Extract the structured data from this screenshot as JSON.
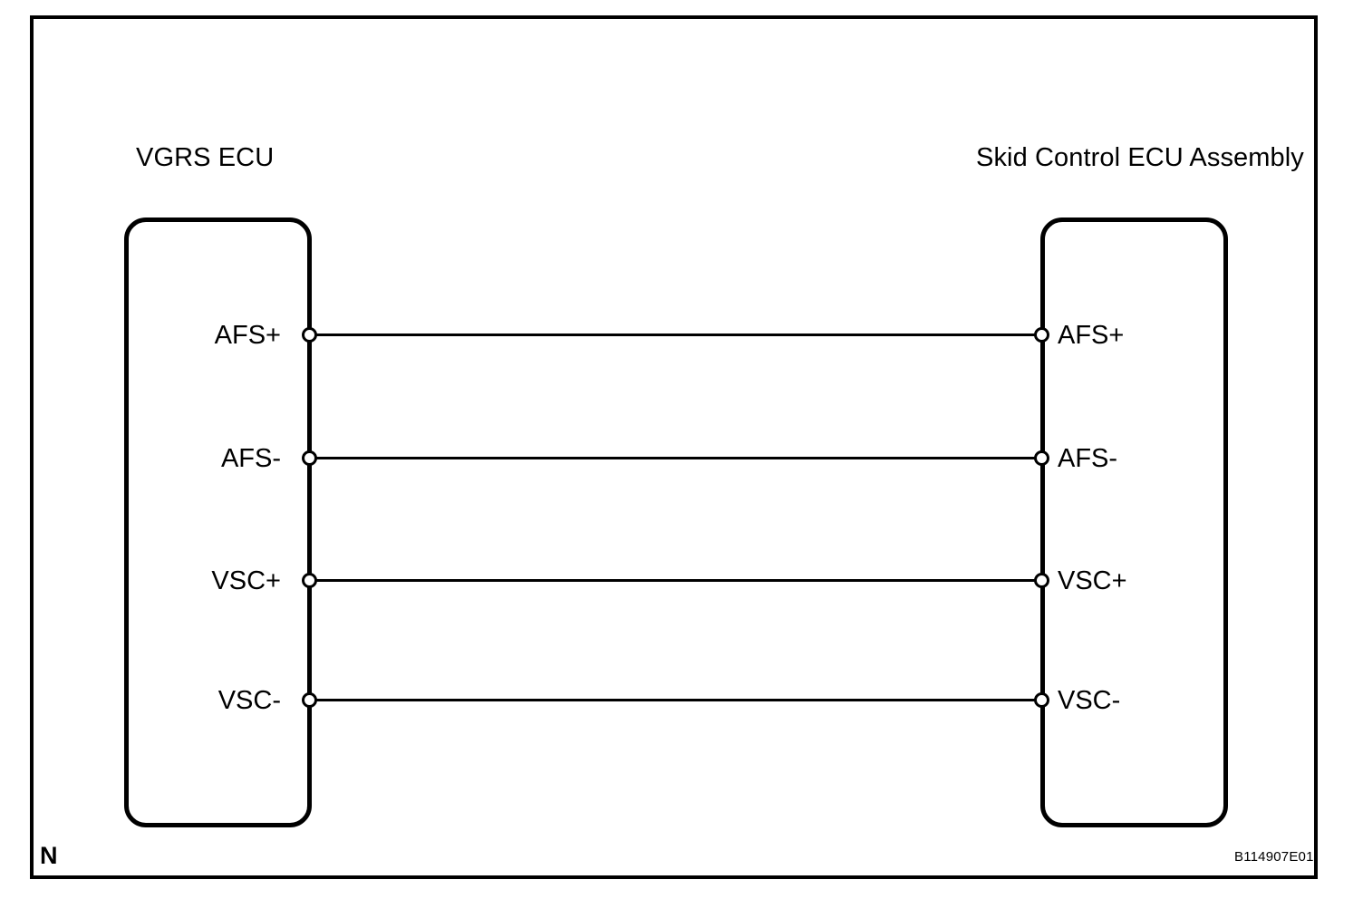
{
  "diagram": {
    "type": "wiring-diagram",
    "code": "B114907E01",
    "revision_marker": "N",
    "left_unit": {
      "title": "VGRS ECU",
      "pins": [
        "AFS+",
        "AFS-",
        "VSC+",
        "VSC-"
      ]
    },
    "right_unit": {
      "title": "Skid Control ECU Assembly",
      "pins": [
        "AFS+",
        "AFS-",
        "VSC+",
        "VSC-"
      ]
    },
    "connections": [
      {
        "from": "AFS+",
        "to": "AFS+"
      },
      {
        "from": "AFS-",
        "to": "AFS-"
      },
      {
        "from": "VSC+",
        "to": "VSC+"
      },
      {
        "from": "VSC-",
        "to": "VSC-"
      }
    ],
    "colors": {
      "line": "#000000",
      "background": "#ffffff",
      "terminal_fill": "#ffffff"
    }
  }
}
